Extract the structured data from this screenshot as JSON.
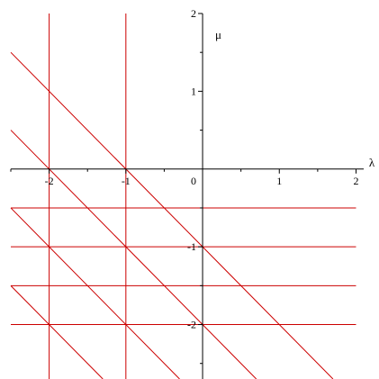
{
  "chart_data": {
    "type": "line",
    "title": "",
    "xlabel": "λ",
    "ylabel": "μ",
    "xlim": [
      -2.5,
      2.1
    ],
    "ylim": [
      -2.7,
      2.0
    ],
    "grid": false,
    "line_color": "#cc0000",
    "axis_color": "#000000",
    "x_ticks": [
      {
        "value": -2,
        "label": "-2"
      },
      {
        "value": -1,
        "label": "-1"
      },
      {
        "value": 1,
        "label": "1"
      },
      {
        "value": 2,
        "label": "2"
      }
    ],
    "origin_label": "0",
    "y_ticks": [
      {
        "value": 2,
        "label": "2"
      },
      {
        "value": 1,
        "label": "1"
      },
      {
        "value": -1,
        "label": "-1"
      },
      {
        "value": -2,
        "label": "-2"
      }
    ],
    "vertical_lines": [
      -2,
      -1
    ],
    "horizontal_lines": [
      -0.5,
      -1,
      -1.5,
      -2
    ],
    "diagonal_lines": [
      {
        "slope": -1,
        "intercept": -1
      },
      {
        "slope": -1,
        "intercept": -2
      },
      {
        "slope": -1,
        "intercept": -3
      },
      {
        "slope": -1,
        "intercept": -4
      }
    ]
  }
}
